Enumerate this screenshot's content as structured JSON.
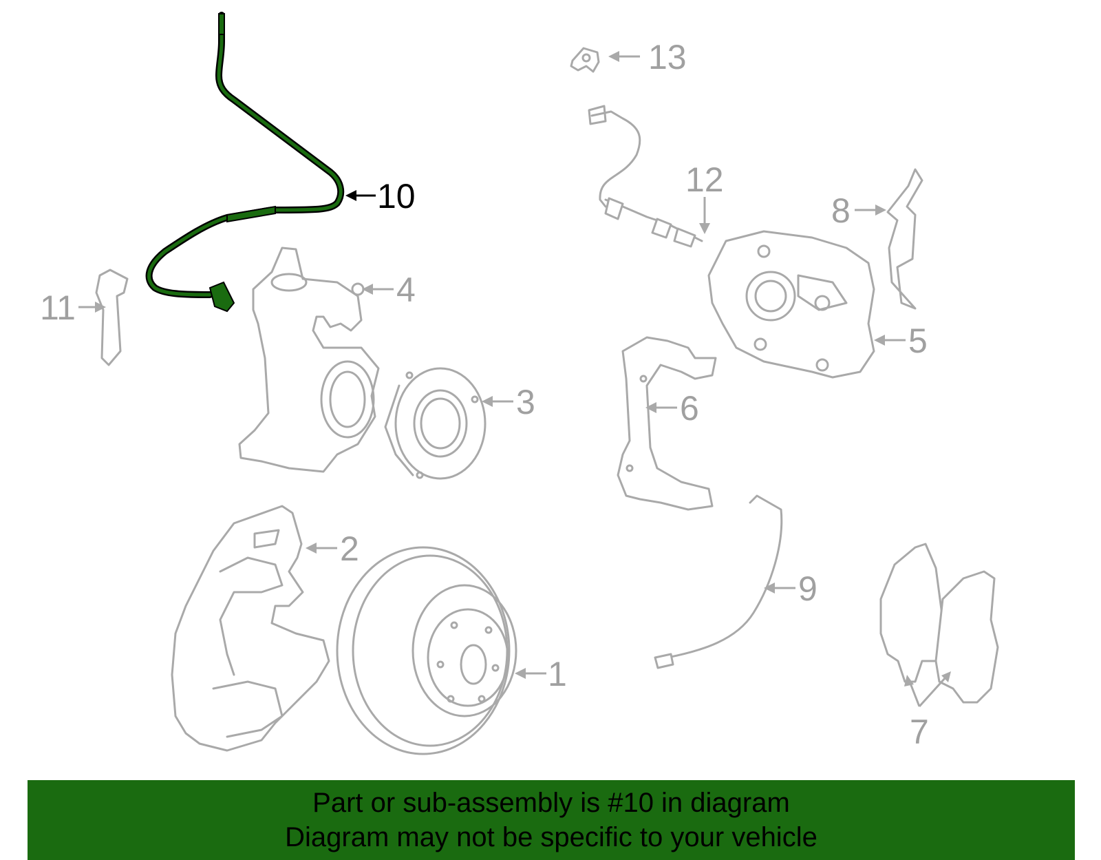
{
  "diagram": {
    "highlight_color": "#1a6b10",
    "part_color": "#a9a9a9",
    "highlighted_part": "10",
    "callouts": [
      {
        "id": "1",
        "label": "1"
      },
      {
        "id": "2",
        "label": "2"
      },
      {
        "id": "3",
        "label": "3"
      },
      {
        "id": "4",
        "label": "4"
      },
      {
        "id": "5",
        "label": "5"
      },
      {
        "id": "6",
        "label": "6"
      },
      {
        "id": "7",
        "label": "7"
      },
      {
        "id": "8",
        "label": "8"
      },
      {
        "id": "9",
        "label": "9"
      },
      {
        "id": "10",
        "label": "10"
      },
      {
        "id": "11",
        "label": "11"
      },
      {
        "id": "12",
        "label": "12"
      },
      {
        "id": "13",
        "label": "13"
      }
    ]
  },
  "banner": {
    "line1": "Part or sub-assembly is #10 in diagram",
    "line2": "Diagram may not be specific to your vehicle",
    "background": "#1a6b10"
  }
}
